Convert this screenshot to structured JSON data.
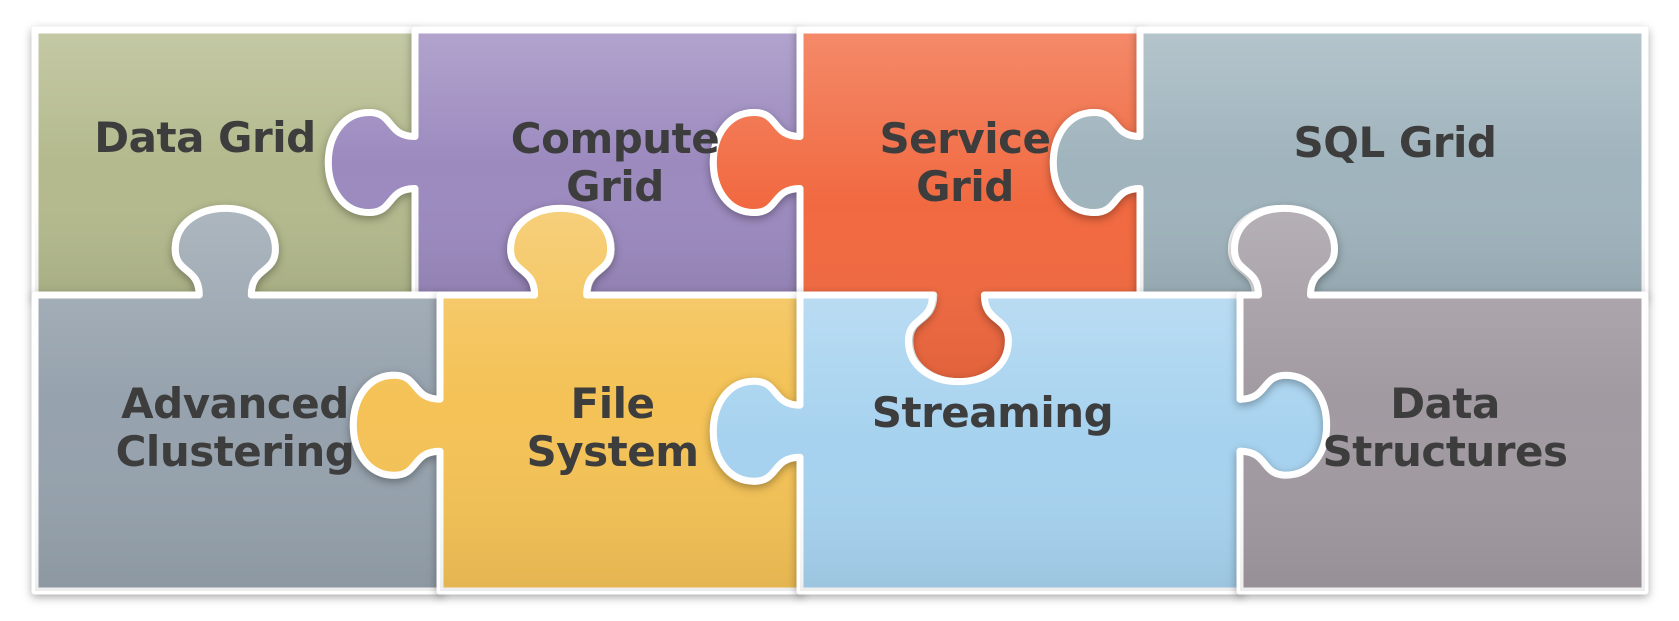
{
  "diagram": {
    "type": "puzzle-grid",
    "rows": 2,
    "cols": 4
  },
  "pieces": [
    {
      "id": "data-grid",
      "label": "Data Grid",
      "color": "#b4ba8d"
    },
    {
      "id": "compute-grid",
      "label": "Compute Grid",
      "color": "#9c8abf"
    },
    {
      "id": "service-grid",
      "label": "Service Grid",
      "color": "#f1693f"
    },
    {
      "id": "sql-grid",
      "label": "SQL Grid",
      "color": "#a0b4bd"
    },
    {
      "id": "advanced-clustering",
      "label": "Advanced Clustering",
      "color": "#96a2ad"
    },
    {
      "id": "file-system",
      "label": "File System",
      "color": "#f4c256"
    },
    {
      "id": "streaming",
      "label": "Streaming",
      "color": "#a6d2ef"
    },
    {
      "id": "data-structures",
      "label": "Data Structures",
      "color": "#a19aa1"
    }
  ],
  "text_color": "#3d3d3d",
  "outline_color": "#ffffff",
  "background": "#ffffff"
}
